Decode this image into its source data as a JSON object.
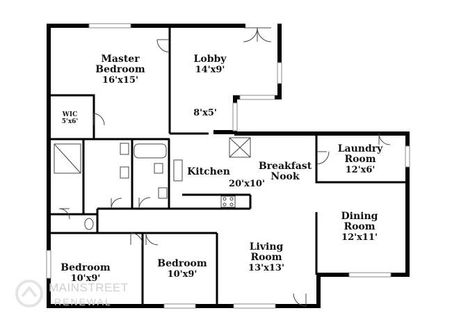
{
  "rooms": {
    "master_bedroom": {
      "name": "Master\nBedroom",
      "line1": "Master",
      "line2": "Bedroom",
      "dims": "16'x15'"
    },
    "lobby": {
      "line1": "Lobby",
      "dims": "14'x9'"
    },
    "foyer": {
      "dims": "8'x5'"
    },
    "wic": {
      "line1": "WIC",
      "dims": "5'x6'"
    },
    "kitchen": {
      "line1": "Kitchen",
      "dims": "20'x10'"
    },
    "breakfast_nook": {
      "line1": "Breakfast",
      "line2": "Nook"
    },
    "laundry_room": {
      "line1": "Laundry",
      "line2": "Room",
      "dims": "12'x6'"
    },
    "dining_room": {
      "line1": "Dining",
      "line2": "Room",
      "dims": "12'x11'"
    },
    "living_room": {
      "line1": "Living",
      "line2": "Room",
      "dims": "13'x13'"
    },
    "bedroom_1": {
      "line1": "Bedroom",
      "dims": "10'x9'"
    },
    "bedroom_2": {
      "line1": "Bedroom",
      "dims": "10'x9'"
    }
  },
  "watermark": {
    "line1": "MAINSTREET",
    "line2": "RENEWAL"
  },
  "colors": {
    "wall": "#000000",
    "fixture": "#444444",
    "window": "#888888",
    "watermark": "#cfcfcf"
  }
}
